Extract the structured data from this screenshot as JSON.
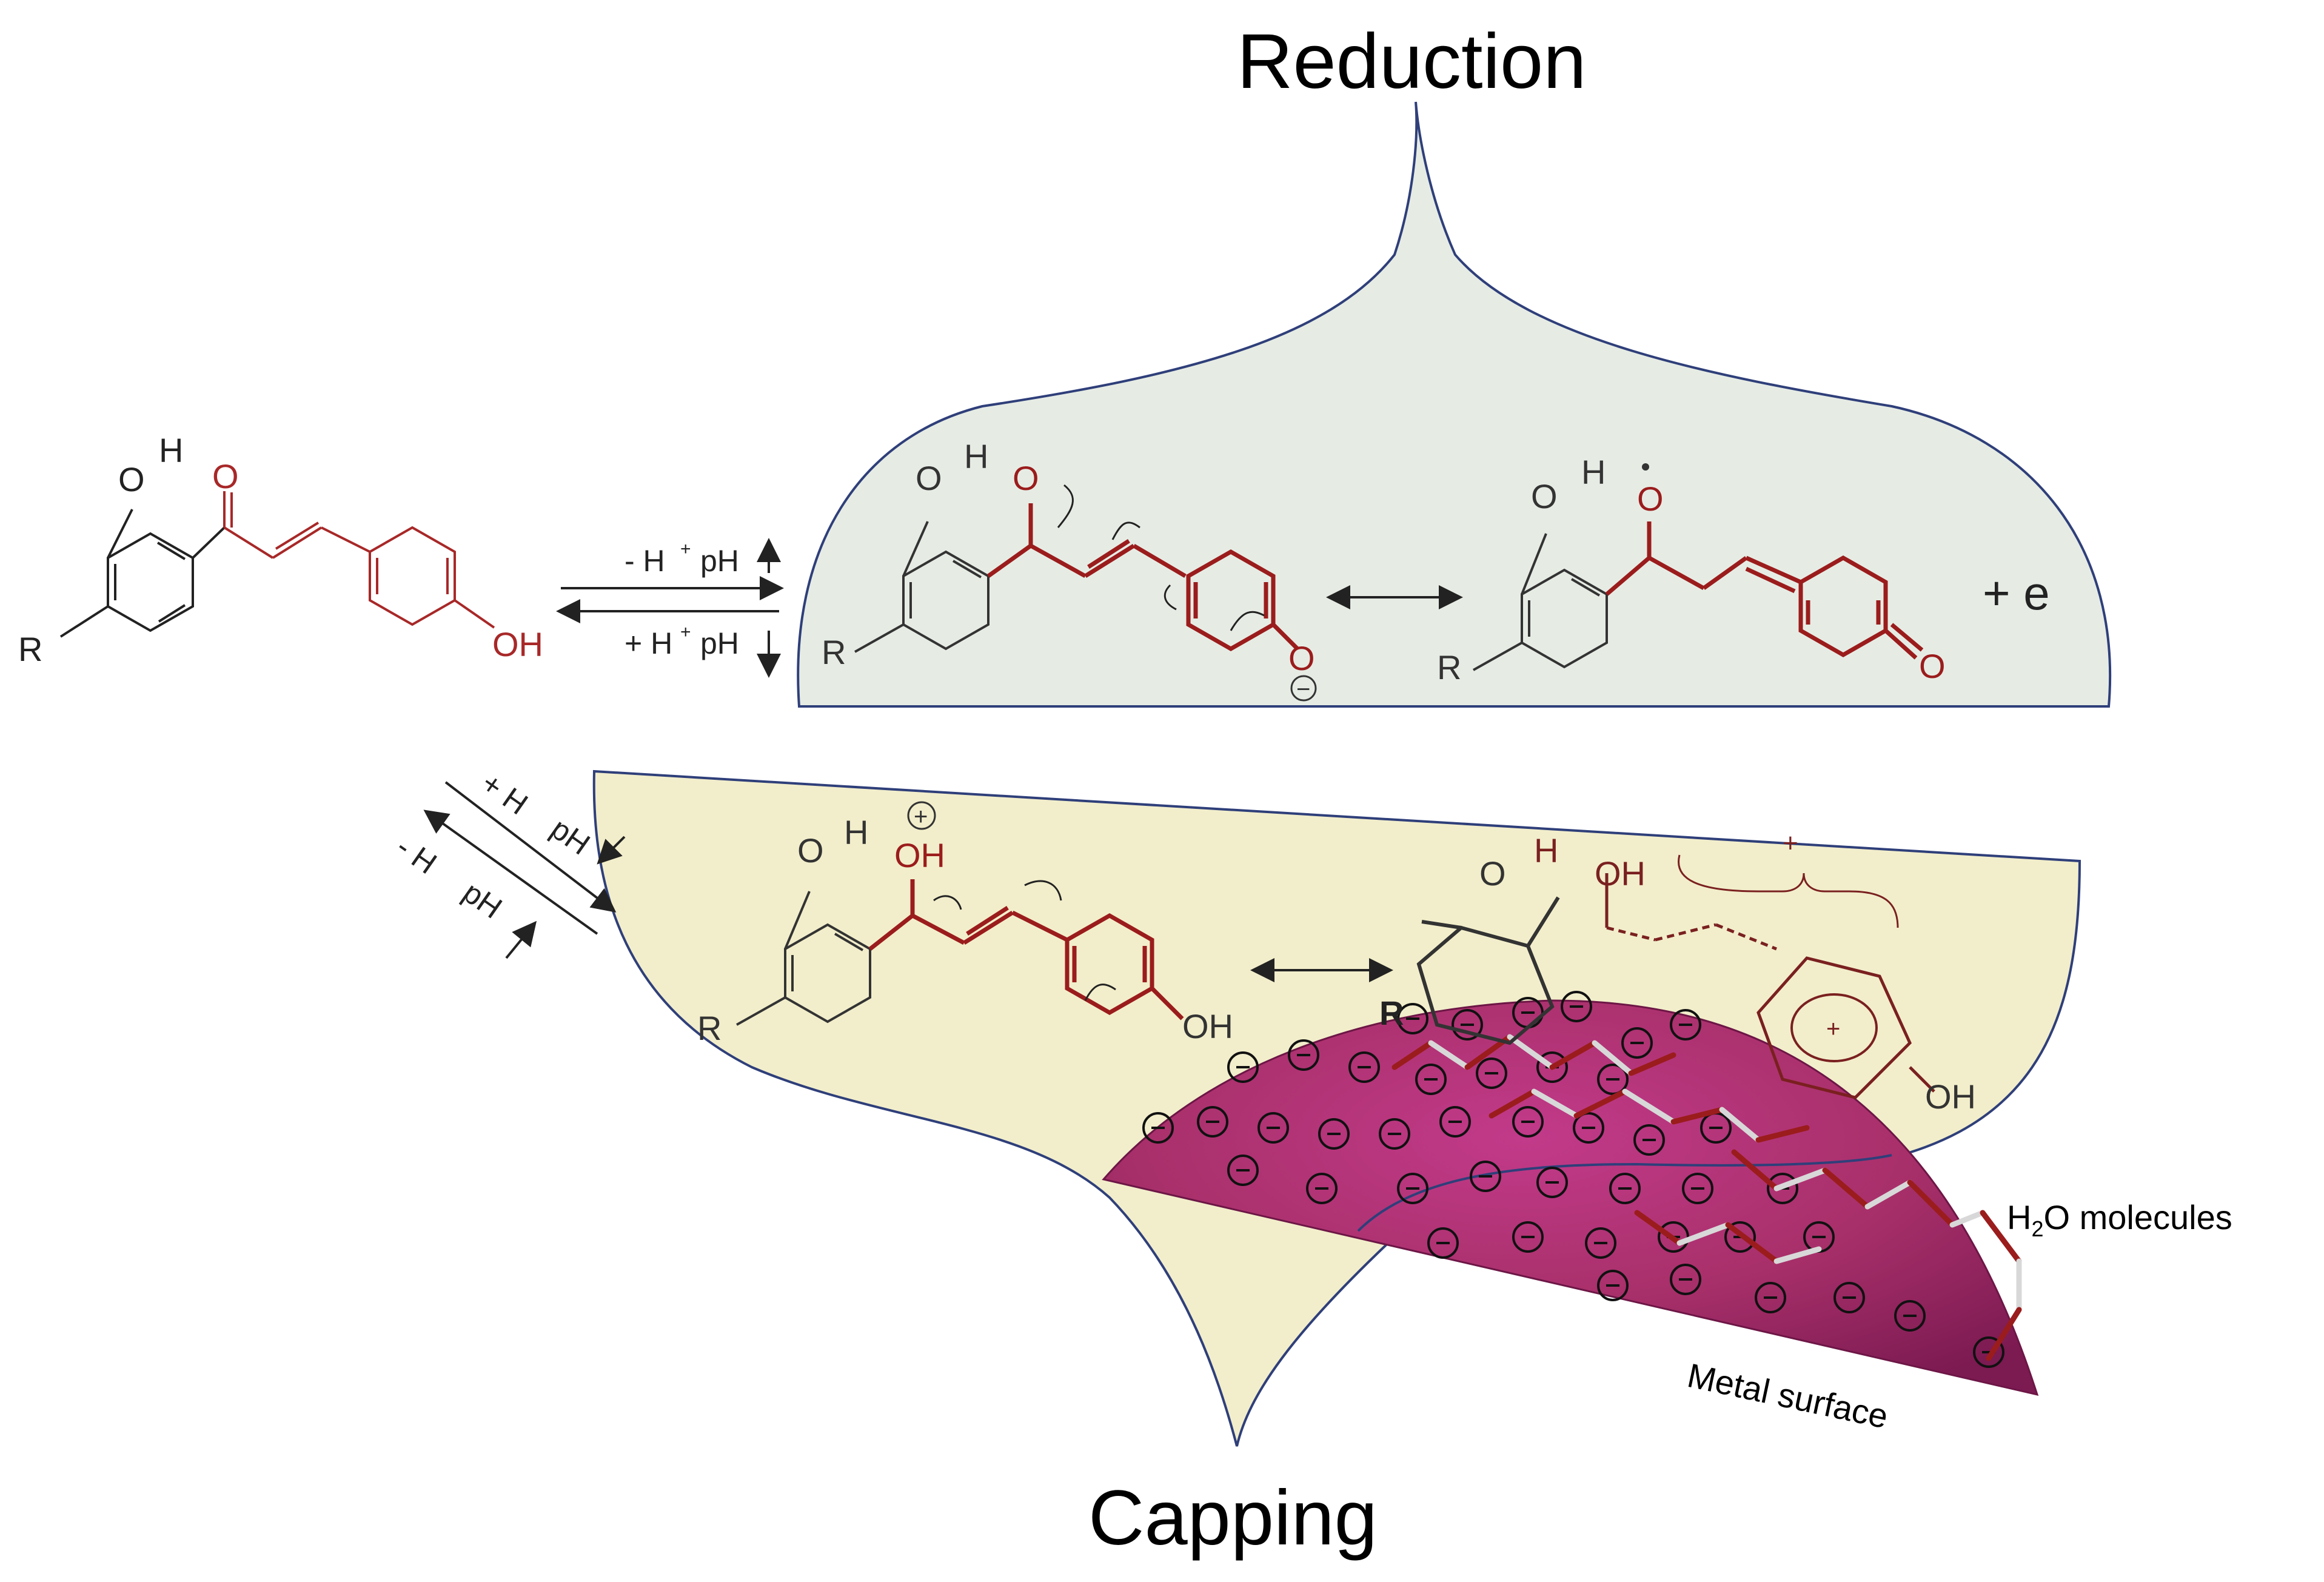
{
  "labels": {
    "reduction": "Reduction",
    "capping": "Capping",
    "h2o_prefix": "H",
    "h2o_sub": "2",
    "h2o_suffix": "O molecules",
    "metal_surface": "Metal surface",
    "plus_e": "+ e",
    "deprotonate": "- H",
    "protonate": "+ H",
    "ph": "pH",
    "h_plus_sup": "+",
    "hydroxyl_oh": "OH",
    "atom_o": "O",
    "atom_h": "H",
    "atom_r": "R",
    "charge_plus": "+",
    "charge_minus": "−"
  },
  "colors": {
    "reduction_fill": "#e6ece4",
    "capping_fill": "#f2eecb",
    "outline": "#2f3f7a",
    "chain_red": "#9b1c1c",
    "bond_black": "#222222",
    "metal_a": "#a8306a",
    "metal_b": "#8a1f5e",
    "metal_c": "#c23a8a"
  },
  "icons": {
    "equilibrium": "equilibrium-arrows-icon",
    "resonance": "resonance-double-arrow-icon",
    "charge": "negative-charge-icon"
  }
}
